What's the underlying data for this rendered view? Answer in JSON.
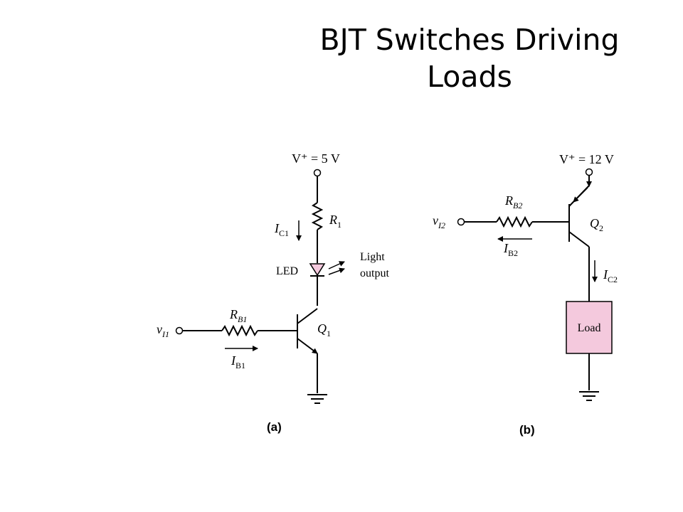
{
  "slide": {
    "title": "BJT Switches Driving Loads"
  },
  "circuit_a": {
    "caption": "(a)",
    "supply": {
      "label": "V⁺ = 5 V"
    },
    "resistor_r1": {
      "label": "R",
      "sub": "1"
    },
    "collector_current": {
      "label": "I",
      "sub": "C1"
    },
    "led": {
      "label": "LED",
      "color": "#F4C9DD"
    },
    "light_output": {
      "line1": "Light",
      "line2": "output"
    },
    "input": {
      "label": "v",
      "sub": "I1"
    },
    "base_resistor": {
      "label": "R",
      "sub": "B1"
    },
    "base_current": {
      "label": "I",
      "sub": "B1"
    },
    "transistor": {
      "label": "Q",
      "sub": "1"
    }
  },
  "circuit_b": {
    "caption": "(b)",
    "supply": {
      "label": "V⁺ = 12 V"
    },
    "input": {
      "label": "v",
      "sub": "I2"
    },
    "base_resistor": {
      "label": "R",
      "sub": "B2"
    },
    "base_current": {
      "label": "I",
      "sub": "B2"
    },
    "transistor": {
      "label": "Q",
      "sub": "2"
    },
    "collector_current": {
      "label": "I",
      "sub": "C2"
    },
    "load": {
      "label": "Load",
      "color": "#F4C9DD"
    }
  }
}
